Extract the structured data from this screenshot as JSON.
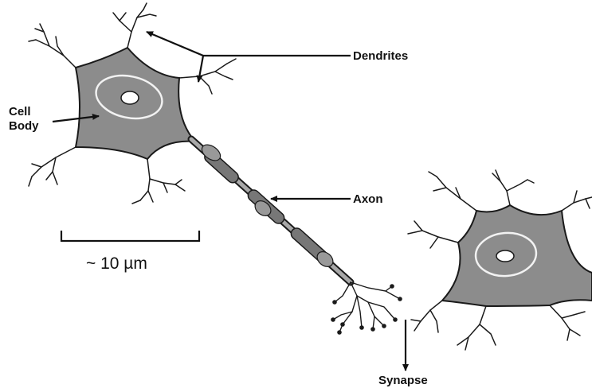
{
  "labels": {
    "dendrites": "Dendrites",
    "cell_body_line1": "Cell",
    "cell_body_line2": "Body",
    "axon": "Axon",
    "synapse": "Synapse",
    "scale_bar": "~ 10 µm"
  },
  "colors": {
    "cell_fill": "#8c8c8c",
    "myelin_fill": "#777777",
    "outline": "#1a1a1a",
    "nucleus_ring": "#f2f2f2",
    "text": "#111111"
  }
}
